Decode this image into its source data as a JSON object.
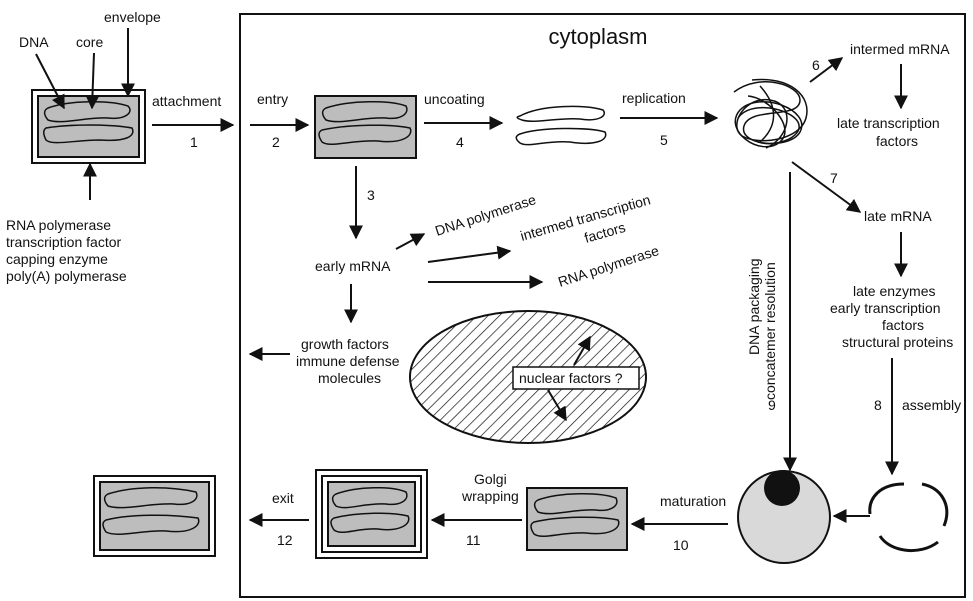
{
  "title": "cytoplasm",
  "virion_labels": {
    "dna": "DNA",
    "core": "core",
    "envelope": "envelope"
  },
  "virion_enzymes": [
    "RNA polymerase",
    "transcription factor",
    "capping enzyme",
    "poly(A) polymerase"
  ],
  "steps": {
    "attachment": "attachment",
    "n1": "1",
    "entry": "entry",
    "n2": "2",
    "n3": "3",
    "uncoating": "uncoating",
    "n4": "4",
    "replication": "replication",
    "n5": "5",
    "n6": "6",
    "n7": "7",
    "assembly": "assembly",
    "n8": "8",
    "n9": "9",
    "maturation": "maturation",
    "n10": "10",
    "golgi_line1": "Golgi",
    "golgi_line2": "wrapping",
    "n11": "11",
    "exit": "exit",
    "n12": "12"
  },
  "early": {
    "mrna": "early mRNA",
    "dna_polymerase": "DNA polymerase",
    "intermed_tf_line1": "intermed transcription",
    "intermed_tf_line2": "factors",
    "rna_polymerase": "RNA polymerase",
    "growth_line1": "growth factors",
    "growth_line2": "immune defense",
    "growth_line3": "molecules"
  },
  "nucleus": {
    "label": "nuclear factors ?"
  },
  "intermediate": {
    "mrna": "intermed mRNA",
    "late_tf_line1": "late transcription",
    "late_tf_line2": "factors"
  },
  "late": {
    "mrna": "late mRNA",
    "products": [
      "late enzymes",
      "early transcription",
      "factors",
      "structural proteins"
    ]
  },
  "concatemer": {
    "line1": "concatemer resolution",
    "line2": "DNA packaging"
  }
}
